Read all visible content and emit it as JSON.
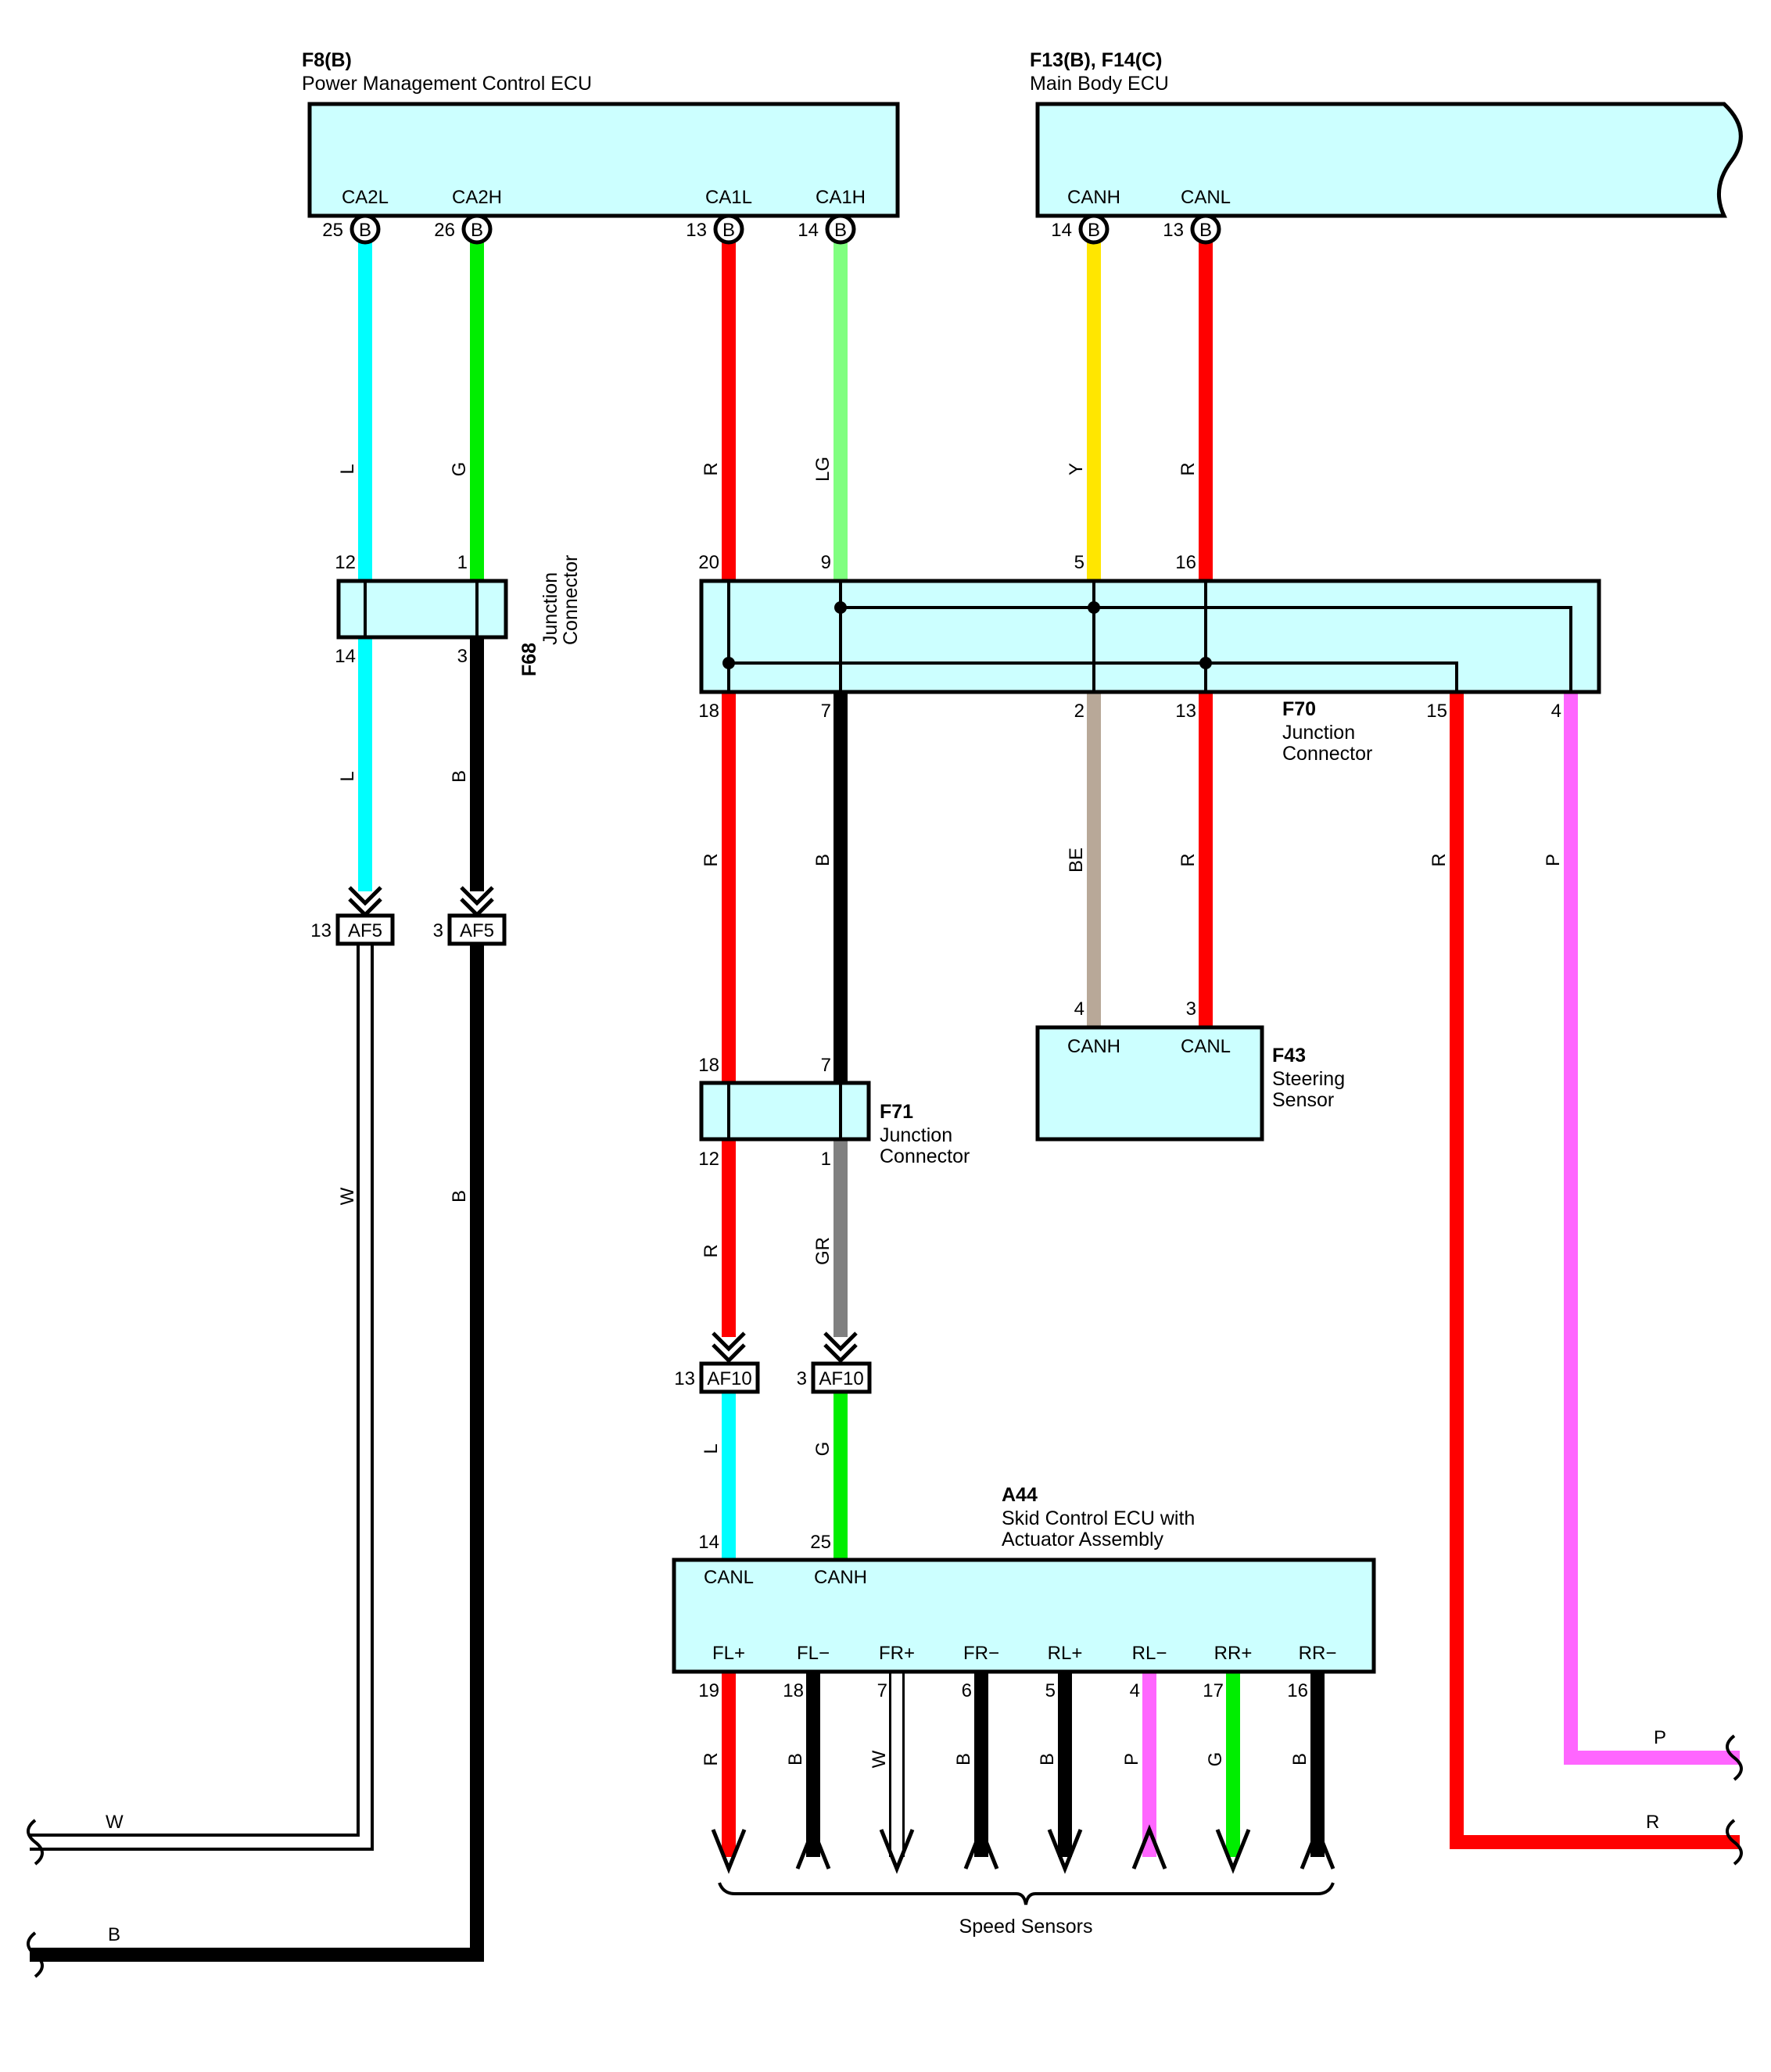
{
  "components": {
    "f8": {
      "code": "F8(B)",
      "name": "Power Management Control ECU",
      "t1": "CA2L",
      "t2": "CA2H",
      "t3": "CA1L",
      "t4": "CA1H"
    },
    "mainbody": {
      "code": "F13(B), F14(C)",
      "name": "Main Body ECU",
      "t1": "CANH",
      "t2": "CANL"
    },
    "f68": {
      "code": "F68",
      "name1": "Junction",
      "name2": "Connector"
    },
    "f70": {
      "code": "F70",
      "name1": "Junction",
      "name2": "Connector"
    },
    "f71": {
      "code": "F71",
      "name1": "Junction",
      "name2": "Connector"
    },
    "f43": {
      "code": "F43",
      "name1": "Steering",
      "name2": "Sensor",
      "t1": "CANH",
      "t2": "CANL"
    },
    "a44": {
      "code": "A44",
      "name1": "Skid Control ECU with",
      "name2": "Actuator Assembly",
      "t1": "CANL",
      "t2": "CANH",
      "bottom": [
        "FL+",
        "FL−",
        "FR+",
        "FR−",
        "RL+",
        "RL−",
        "RR+",
        "RR−"
      ]
    },
    "af5": {
      "code": "AF5"
    },
    "af10": {
      "code": "AF10"
    }
  },
  "marker": "B",
  "pins": {
    "f8_ca2l": "25",
    "f8_ca2h": "26",
    "f8_ca1l": "13",
    "f8_ca1h": "14",
    "mb_canh": "14",
    "mb_canl": "13",
    "f68_in_l": "12",
    "f68_in_r": "1",
    "f68_out_l": "14",
    "f68_out_r": "3",
    "f70_in1": "20",
    "f70_in2": "9",
    "f70_in3": "5",
    "f70_in4": "16",
    "f70_out1": "18",
    "f70_out2": "7",
    "f70_out3": "2",
    "f70_out4": "13",
    "f70_out5": "15",
    "f70_out6": "4",
    "af5_l": "13",
    "af5_r": "3",
    "f43_canh": "4",
    "f43_canl": "3",
    "f71_in_l": "18",
    "f71_in_r": "7",
    "f71_out_l": "12",
    "f71_out_r": "1",
    "af10_l": "13",
    "af10_r": "3",
    "a44_canl": "14",
    "a44_canh": "25",
    "a44_bottom": [
      "19",
      "18",
      "7",
      "6",
      "5",
      "4",
      "17",
      "16"
    ]
  },
  "wire_codes": {
    "ca2l": "L",
    "ca2h": "G",
    "ca1l": "R",
    "ca1h": "LG",
    "mb_canh": "Y",
    "mb_canl": "R",
    "f68_l": "L",
    "f68_r": "B",
    "af5_l": "W",
    "af5_r": "B",
    "f70_1": "R",
    "f70_2": "B",
    "f70_3": "BE",
    "f70_4": "R",
    "f70_5": "R",
    "f70_6": "P",
    "f71_l": "R",
    "f71_r": "GR",
    "af10_l": "L",
    "af10_r": "G",
    "a44_bottom": [
      "R",
      "B",
      "W",
      "B",
      "B",
      "P",
      "G",
      "B"
    ],
    "edge_p": "P",
    "edge_r": "R",
    "edge_w": "W",
    "edge_b": "B"
  },
  "speed_sensors_label": "Speed Sensors",
  "colors": {
    "cyan": "#00ffff",
    "green": "#00ee00",
    "red": "#ff0000",
    "light_green": "#80ff80",
    "yellow": "#ffe600",
    "black": "#000000",
    "beige": "#b8a898",
    "pink": "#ff66ff",
    "gray": "#808080",
    "white_wire": "#ffffff",
    "component_fill": "#ccffff"
  }
}
